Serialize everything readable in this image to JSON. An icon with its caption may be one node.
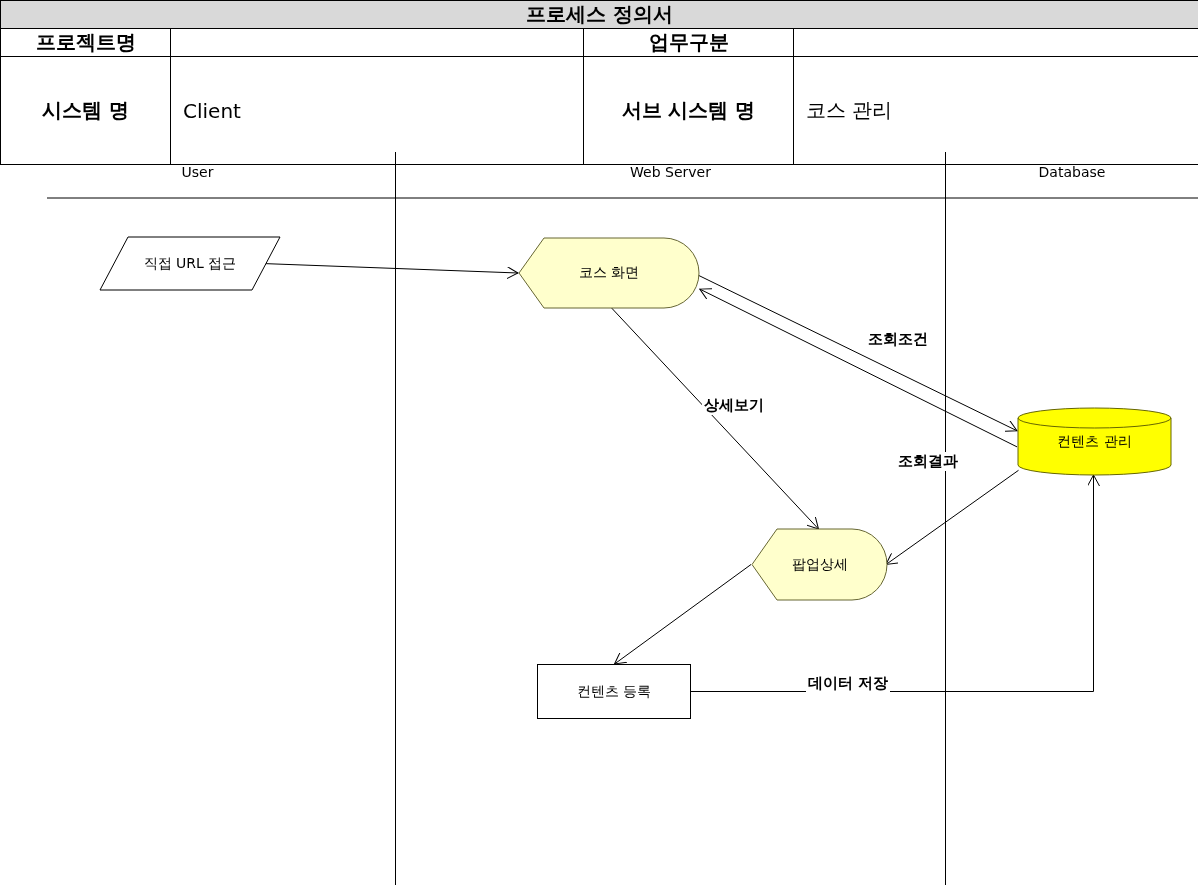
{
  "diagram": {
    "title": "프로세스 정의서",
    "nodes": [
      {
        "text": [
          "User"
        ]
      },
      {
        "text": [
          "Web Server"
        ]
      },
      {
        "text": [
          "Database"
        ]
      },
      {
        "text": [
          "직접 URL 접근"
        ],
        "in": 0
      },
      {
        "text": [
          "코스 화면"
        ],
        "in": 1
      },
      {
        "text": [
          "컨텐츠 관리"
        ],
        "in": 2
      },
      {
        "text": [
          "팝업상세"
        ],
        "in": 1
      },
      {
        "text": [
          "컨텐츠 등록"
        ],
        "in": 1
      }
    ],
    "edges": [
      {
        "from": 3,
        "to": 4,
        "arrow": "to"
      },
      {
        "from": 4,
        "to": 5,
        "arrow": "to",
        "label": "조회조건"
      },
      {
        "from": 5,
        "to": 4,
        "arrow": "to"
      },
      {
        "from": 4,
        "to": 6,
        "arrow": "to",
        "label": "상세보기"
      },
      {
        "from": 5,
        "to": 6,
        "arrow": "to",
        "label": "조회결과"
      },
      {
        "from": 6,
        "to": 7,
        "arrow": "to"
      },
      {
        "from": 7,
        "to": 5,
        "arrow": "to",
        "label": "데이터 저장"
      }
    ],
    "labels": [
      "프로젝트명",
      "업무구분",
      "시스템 명",
      "Client",
      "서브 시스템 명",
      "코스 관리"
    ]
  }
}
